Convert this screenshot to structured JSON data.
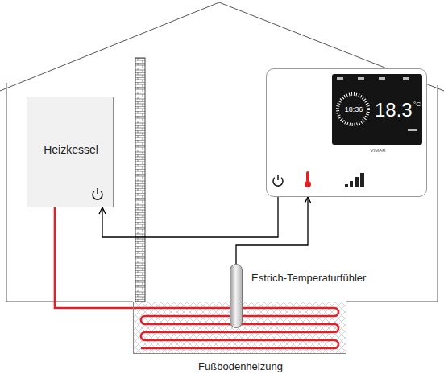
{
  "diagram": {
    "nodes": [
      {
        "text": [
          "Heizkessel"
        ]
      },
      {
        "text": [
          "18:36",
          "18.3",
          "°C",
          "VIMAR"
        ]
      },
      {
        "text": [
          "Estrich-Temperaturfühler"
        ]
      },
      {
        "text": [
          "Fußbodenheizung"
        ]
      }
    ],
    "edges": [
      {
        "from": 1,
        "to": 0,
        "arrow": "to"
      },
      {
        "from": 2,
        "to": 1,
        "arrow": "to"
      }
    ]
  }
}
